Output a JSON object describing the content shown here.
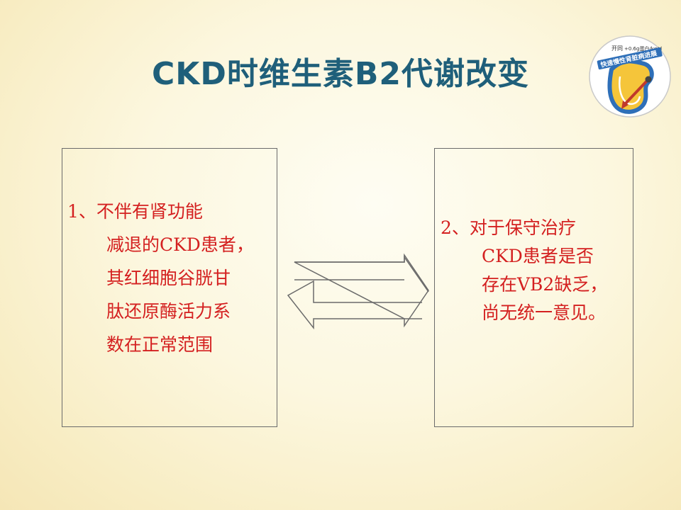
{
  "slide": {
    "title": "CKD时维生素B2代谢改变"
  },
  "left_box": {
    "lines": [
      "1、不伴有肾功能",
      "减退的CKD患者，",
      "其红细胞谷胱甘",
      "肽还原酶活力系",
      "数在正常范围"
    ]
  },
  "right_box": {
    "lines": [
      "2、对于保守治疗",
      "CKD患者是否",
      "存在VB2缺乏，",
      "尚无统一意见。"
    ]
  },
  "logo": {
    "top_text": "开同",
    "top_text_suffix": "+0.6g蛋白/kg/d",
    "banner_text": "快速慢性肾脏病进展"
  },
  "colors": {
    "title": "#1f5f7a",
    "body_text": "#d42020",
    "box_border": "#6b6b6b",
    "logo_blue": "#2e6fb8"
  },
  "icons": {
    "arrows": "bidirectional-arrows-icon",
    "logo": "kidney-gauge-logo"
  }
}
